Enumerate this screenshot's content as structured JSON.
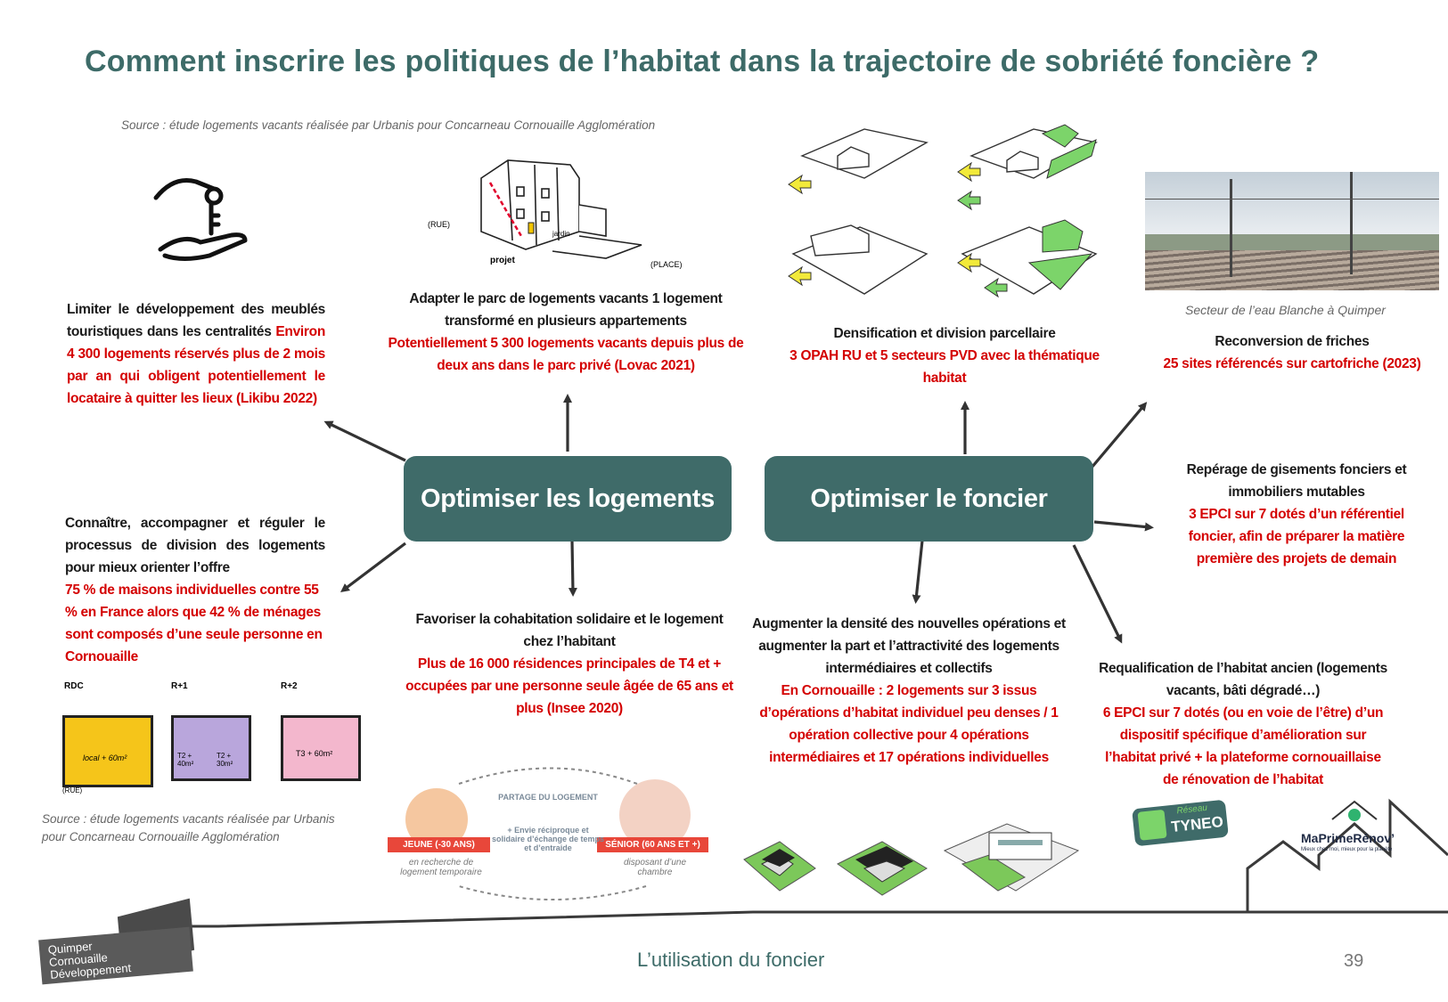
{
  "title": "Comment inscrire les politiques de l’habitat dans la trajectoire de sobriété foncière ?",
  "source_top": "Source : étude logements vacants réalisée par Urbanis pour Concarneau Cornouaille Agglomération",
  "source_bottom_1": "Source : étude logements vacants réalisée par Urbanis",
  "source_bottom_2": "pour Concarneau Cornouaille Agglomération",
  "center_left": "Optimiser les logements",
  "center_right": "Optimiser le foncier",
  "blocks": {
    "meubles": {
      "heading": "Limiter le développement des meublés touristiques dans les centralités",
      "stat": "Environ 4 300 logements réservés plus de 2 mois par an qui obligent potentiellement le locataire à quitter les lieux (Likibu 2022)"
    },
    "vacants": {
      "heading": "Adapter le parc de logements vacants 1 logement transformé en plusieurs appartements",
      "stat": "Potentiellement 5 300 logements vacants depuis plus de deux ans dans le parc privé (Lovac 2021)"
    },
    "division": {
      "heading": "Connaître, accompagner et réguler le processus de division des logements pour mieux orienter l’offre",
      "stat": "75 % de maisons individuelles contre 55 % en France alors que 42 % de ménages sont composés d’une seule personne en Cornouaille"
    },
    "cohabitation": {
      "heading": "Favoriser la cohabitation solidaire et le logement chez l’habitant",
      "stat": "Plus de 16 000 résidences principales de T4 et + occupées par une personne seule âgée de 65 ans et plus (Insee 2020)"
    },
    "densification": {
      "heading": "Densification et division parcellaire",
      "stat": "3 OPAH RU et 5 secteurs PVD avec la thématique habitat"
    },
    "friches": {
      "heading": "Reconversion de friches",
      "stat": "25 sites référencés sur cartofriche (2023)"
    },
    "gisements": {
      "heading": "Repérage de gisements fonciers et immobiliers mutables",
      "stat": "3 EPCI sur 7 dotés d’un référentiel foncier, afin de préparer la matière première des projets de demain"
    },
    "densite": {
      "heading": "Augmenter la densité des nouvelles opérations et augmenter la part et l’attractivité des logements intermédiaires et collectifs",
      "stat": "En Cornouaille : 2 logements sur 3 issus d’opérations d’habitat individuel peu denses / 1 opération collective pour 4 opérations intermédiaires et 17 opérations individuelles"
    },
    "requalification": {
      "heading": "Requalification de l’habitat ancien (logements vacants, bâti dégradé…)",
      "stat": "6 EPCI sur 7 dotés (ou en voie de l’être) d’un dispositif spécifique d’amélioration sur l’habitat privé + la plateforme cornouaillaise de rénovation de l’habitat"
    }
  },
  "friches_caption": "Secteur de l’eau Blanche à Quimper",
  "partage": {
    "title": "PARTAGE DU LOGEMENT",
    "middle": "+ Envie réciproque et solidaire d’échange de temps et d’entraide",
    "jeune": "JEUNE (-30 ANS)",
    "jeune_desc": "en recherche de logement temporaire",
    "senior": "SÉNIOR (60 ANS ET +)",
    "senior_desc": "disposant d’une chambre"
  },
  "plans": {
    "rdc": "RDC",
    "r1": "R+1",
    "r2": "R+2",
    "local": "local + 60m²",
    "t2a": "T2 + 40m²",
    "t2b": "T2 + 30m²",
    "t3": "T3 + 60m²",
    "rue": "(RUE)"
  },
  "sketch": {
    "rue": "(RUE)",
    "projet": "projet",
    "place": "(PLACE)",
    "jardin": "jardin"
  },
  "logos": {
    "tyneo_top": "Réseau",
    "tyneo": "TYNEO",
    "mpr": "MaPrimeRénov’",
    "mpr_sub": "Mieux chez moi, mieux pour la planète",
    "qcd_1": "Quimper",
    "qcd_2": "Cornouaille",
    "qcd_3": "Développement"
  },
  "footer": "L’utilisation du foncier",
  "page_number": "39",
  "colors": {
    "teal": "#3f6b69",
    "red": "#d40000",
    "green": "#7cd46a"
  }
}
